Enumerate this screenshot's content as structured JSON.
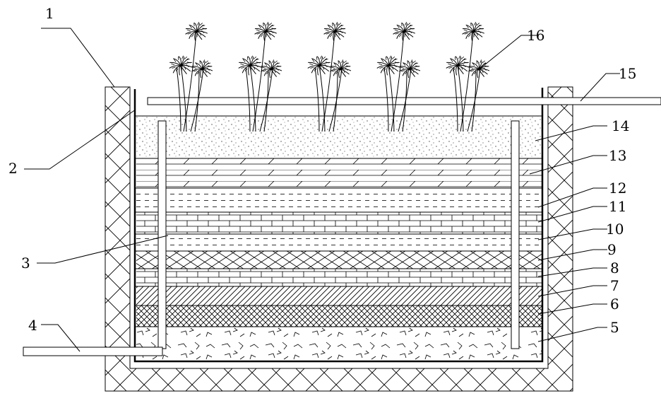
{
  "labels": [
    {
      "id": "1",
      "text": "1"
    },
    {
      "id": "2",
      "text": "2"
    },
    {
      "id": "3",
      "text": "3"
    },
    {
      "id": "4",
      "text": "4"
    },
    {
      "id": "5",
      "text": "5"
    },
    {
      "id": "6",
      "text": "6"
    },
    {
      "id": "7",
      "text": "7"
    },
    {
      "id": "8",
      "text": "8"
    },
    {
      "id": "9",
      "text": "9"
    },
    {
      "id": "10",
      "text": "10"
    },
    {
      "id": "11",
      "text": "11"
    },
    {
      "id": "12",
      "text": "12"
    },
    {
      "id": "13",
      "text": "13"
    },
    {
      "id": "14",
      "text": "14"
    },
    {
      "id": "15",
      "text": "15"
    },
    {
      "id": "16",
      "text": "16"
    }
  ],
  "plants": {
    "count": 5
  },
  "colors": {
    "line": "#000000",
    "background": "#ffffff"
  }
}
